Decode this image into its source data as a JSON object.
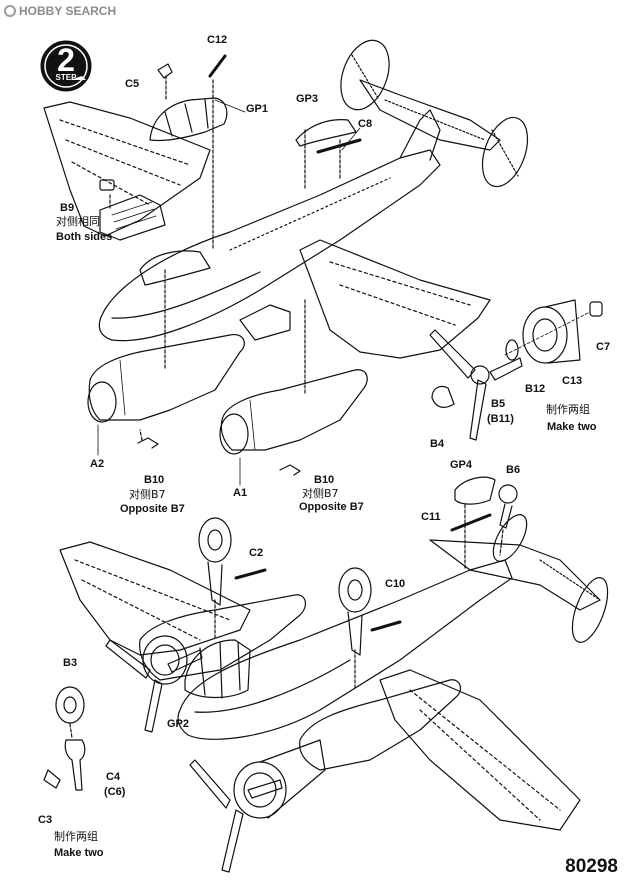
{
  "watermark": {
    "text": "HOBBY SEARCH",
    "icon": "hobby-search-logo-icon"
  },
  "step": {
    "number": "2",
    "word": "STEP"
  },
  "product_code": "80298",
  "labels": {
    "c12": "C12",
    "c5": "C5",
    "gp1": "GP1",
    "gp3": "GP3",
    "c8": "C8",
    "b9": "B9",
    "b9_cn": "对侧相同",
    "b9_en": "Both sides",
    "c7": "C7",
    "c13": "C13",
    "b12": "B12",
    "b5": "B5",
    "b11": "(B11)",
    "b4": "B4",
    "make_two_cn_right": "制作两组",
    "make_two_en_right": "Make two",
    "a2": "A2",
    "b10_left": "B10",
    "opp_cn_left": "对侧B7",
    "opp_en_left": "Opposite B7",
    "a1": "A1",
    "b10_right": "B10",
    "opp_cn_right": "对侧B7",
    "opp_en_right": "Opposite B7",
    "gp4": "GP4",
    "b6": "B6",
    "c11": "C11",
    "c2": "C2",
    "c10": "C10",
    "b3": "B3",
    "gp2": "GP2",
    "c4": "C4",
    "c6": "(C6)",
    "c3": "C3",
    "make_two_cn_left": "制作两组",
    "make_two_en_left": "Make two"
  }
}
